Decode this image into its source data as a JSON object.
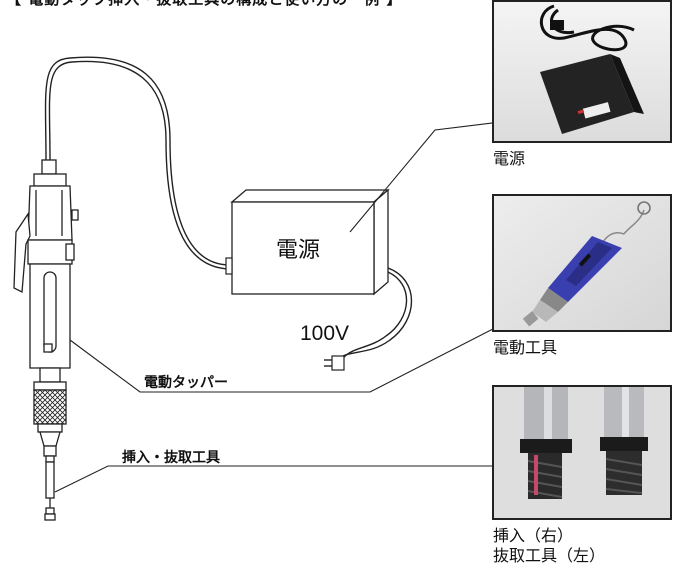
{
  "header_fragment": "【 電動タップ挿入・抜取工具の構成と使い方の一例 】",
  "labels": {
    "power_box": "電源",
    "voltage": "100V",
    "tapper": "電動タッパー",
    "insert_tool": "挿入・抜取工具"
  },
  "photo_captions": {
    "power": "電源",
    "electric_tool": "電動工具",
    "insert_line1": "挿入（右）",
    "insert_line2": "抜取工具（左）"
  },
  "colors": {
    "line": "#222222",
    "tool_blue": "#3a3fb0",
    "metal": "#9a9ea3",
    "adapter": "#262626"
  }
}
